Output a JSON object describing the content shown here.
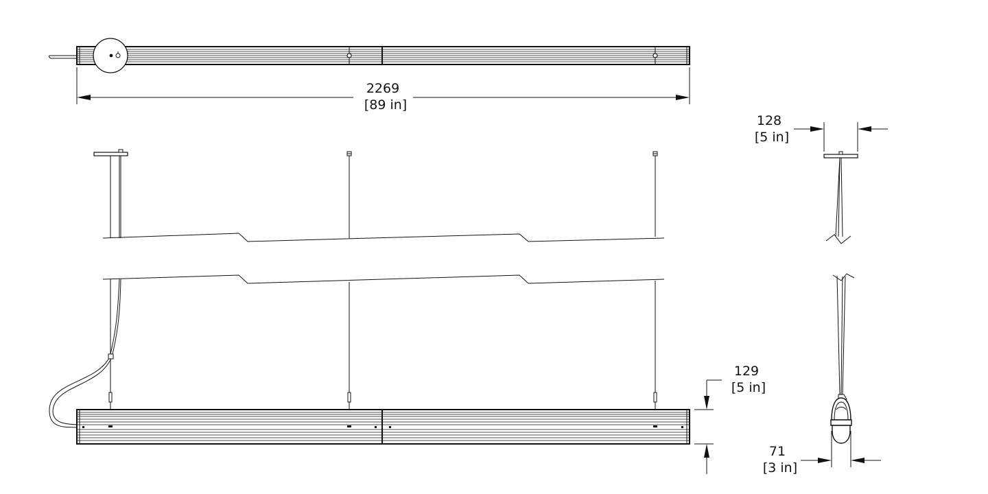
{
  "drawing": {
    "overall_length": {
      "value": "2269",
      "imperial": "[89 in]"
    },
    "canopy_width": {
      "value": "128",
      "imperial": "[5 in]"
    },
    "fixture_height": {
      "value": "129",
      "imperial": "[5 in]"
    },
    "fixture_width": {
      "value": "71",
      "imperial": "[3 in]"
    }
  }
}
